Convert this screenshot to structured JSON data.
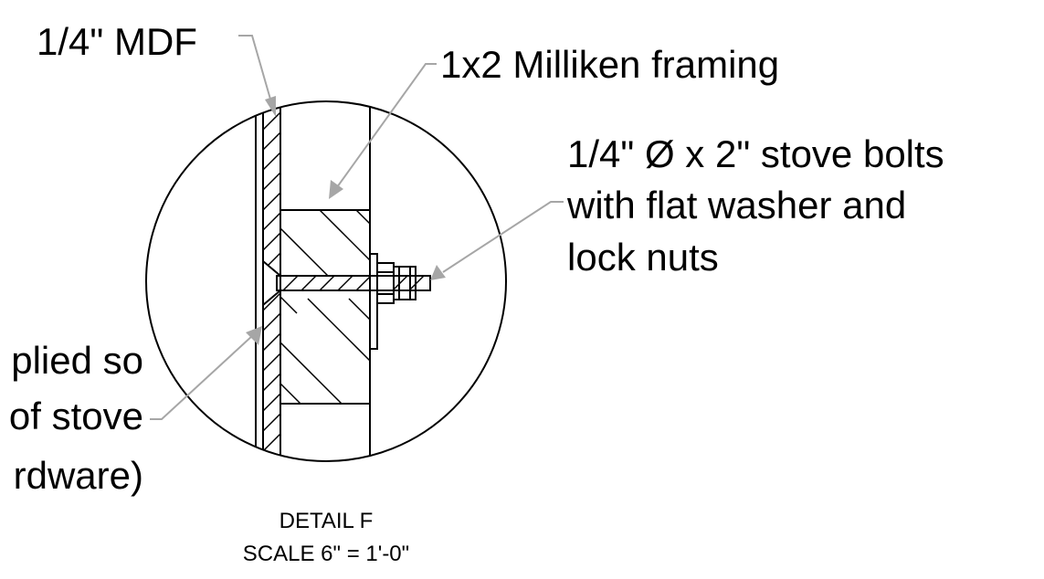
{
  "callouts": {
    "mdf": "1/4\" MDF",
    "framing": "1x2 Milliken framing",
    "bolts": [
      "1/4\" Ø x 2\" stove bolts",
      "with flat washer and",
      "lock nuts"
    ],
    "left_note": [
      "plied so",
      "of stove",
      "rdware)"
    ]
  },
  "detail": {
    "title": "DETAIL F",
    "scale": "SCALE 6\" = 1'-0\""
  },
  "colors": {
    "linework": "#000000",
    "leader": "#a6a6a6",
    "background": "#ffffff"
  }
}
